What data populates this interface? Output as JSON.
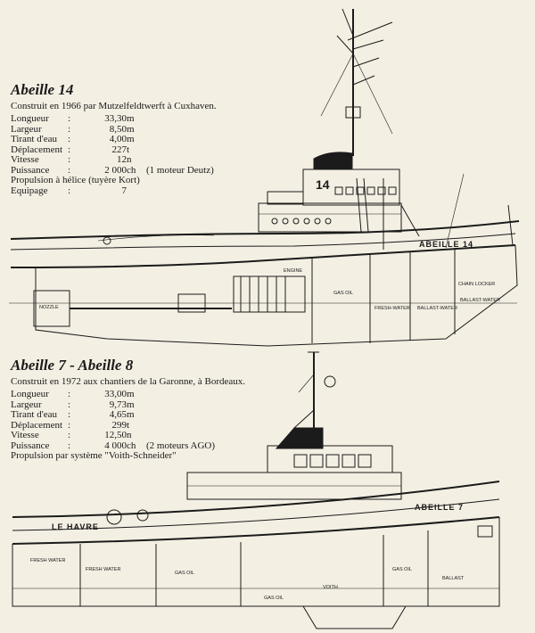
{
  "ship1": {
    "title": "Abeille 14",
    "subtitle": "Construit en 1966 par Mutzelfeldtwerft à Cuxhaven.",
    "specs": [
      {
        "label": "Longueur",
        "value": "33,30",
        "unit": "m",
        "note": ""
      },
      {
        "label": "Largeur",
        "value": "8,50",
        "unit": "m",
        "note": ""
      },
      {
        "label": "Tirant d'eau",
        "value": "4,00",
        "unit": "m",
        "note": ""
      },
      {
        "label": "Déplacement",
        "value": "227",
        "unit": "t",
        "note": ""
      },
      {
        "label": "Vitesse",
        "value": "12",
        "unit": "n",
        "note": ""
      },
      {
        "label": "Puissance",
        "value": "2 000",
        "unit": "ch",
        "note": "(1 moteur Deutz)"
      }
    ],
    "propulsion": "Propulsion à hélice (tuyère Kort)",
    "crew_label": "Equipage",
    "crew_value": "7",
    "drawing_labels": {
      "hull_name": "ABEILLE 14",
      "number": "14",
      "nozzle": "NOZZLE",
      "engine": "ENGINE",
      "gas_oil": "GAS OIL",
      "fresh_water": "FRESH-WATER",
      "ballast_water_1": "BALLAST-WATER",
      "ballast_water_2": "BALLAST-WATER",
      "chain_locker": "CHAIN LOCKER"
    }
  },
  "ship2": {
    "title": "Abeille 7 - Abeille 8",
    "subtitle": "Construit en 1972 aux chantiers de la Garonne, à Bordeaux.",
    "specs": [
      {
        "label": "Longueur",
        "value": "33,00",
        "unit": "m",
        "note": ""
      },
      {
        "label": "Largeur",
        "value": "9,73",
        "unit": "m",
        "note": ""
      },
      {
        "label": "Tirant d'eau",
        "value": "4,65",
        "unit": "m",
        "note": ""
      },
      {
        "label": "Déplacement",
        "value": "299",
        "unit": "t",
        "note": ""
      },
      {
        "label": "Vitesse",
        "value": "12,50",
        "unit": "n",
        "note": ""
      },
      {
        "label": "Puissance",
        "value": "4 000",
        "unit": "ch",
        "note": "(2 moteurs AGO)"
      }
    ],
    "propulsion": "Propulsion par système \"Voith-Schneider\"",
    "drawing_labels": {
      "hull_name": "ABEILLE 7",
      "home_port": "LE HAVRE",
      "fresh_water_1": "FRESH WATER",
      "fresh_water_2": "FRESH WATER",
      "gas_oil_1": "GAS OIL",
      "gas_oil_2": "GAS OIL",
      "gas_oil_3": "GAS OIL",
      "ballast": "BALLAST",
      "voith": "VOITH"
    }
  },
  "separator": ":"
}
